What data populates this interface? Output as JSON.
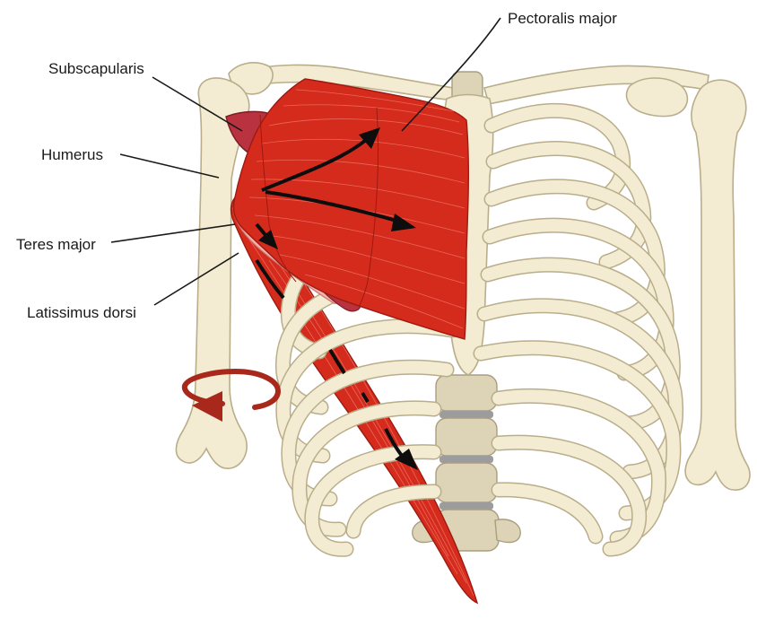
{
  "labels": {
    "pectoralis_major": "Pectoralis major",
    "subscapularis": "Subscapularis",
    "humerus": "Humerus",
    "teres_major": "Teres major",
    "latissimus_dorsi": "Latissimus dorsi"
  },
  "colors": {
    "bone": "#f3ecd2",
    "muscle": "#d42b1d",
    "subscapularis": "#b8323f",
    "teres_major": "#f2b4ad",
    "rotation_arrow": "#a8281c",
    "spine_disc": "#9c9c9c"
  }
}
